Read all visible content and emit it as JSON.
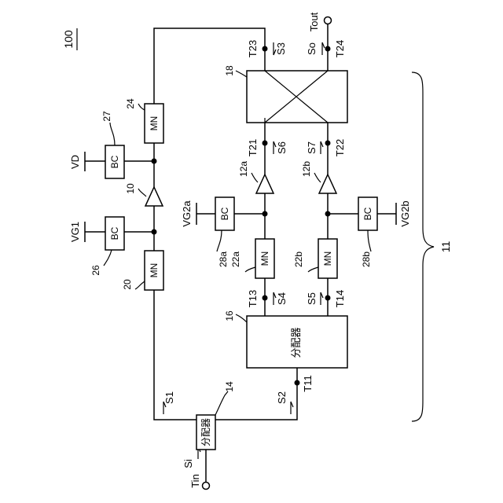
{
  "figure": {
    "number": "100",
    "group": "11"
  },
  "terminals": {
    "tin": "Tin",
    "tout": "Tout",
    "t11": "T11",
    "t13": "T13",
    "t14": "T14",
    "t21": "T21",
    "t22": "T22",
    "t23": "T23",
    "t24": "T24"
  },
  "signals": {
    "si": "Si",
    "so": "So",
    "s1": "S1",
    "s2": "S2",
    "s3": "S3",
    "s4": "S4",
    "s5": "S5",
    "s6": "S6",
    "s7": "S7"
  },
  "blocks": {
    "distributor_main": "分配器",
    "distributor_split": "分配器",
    "mn": "MN",
    "bc": "BC"
  },
  "refs": {
    "r10": "10",
    "r12a": "12a",
    "r12b": "12b",
    "r14": "14",
    "r16": "16",
    "r18": "18",
    "r20": "20",
    "r22a": "22a",
    "r22b": "22b",
    "r24": "24",
    "r26": "26",
    "r27": "27",
    "r28a": "28a",
    "r28b": "28b"
  },
  "supplies": {
    "vd": "VD",
    "vg1": "VG1",
    "vg2a": "VG2a",
    "vg2b": "VG2b"
  }
}
